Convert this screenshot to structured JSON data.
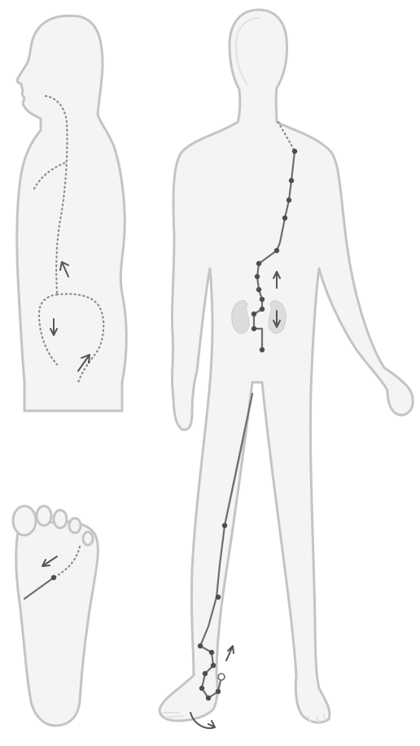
{
  "diagram": {
    "views": [
      {
        "id": "side-torso",
        "label": ""
      },
      {
        "id": "front-body",
        "label": ""
      },
      {
        "id": "foot-sole",
        "label": ""
      }
    ],
    "colors": {
      "body_fill": "#f4f4f4",
      "body_outline": "#c4c4c4",
      "meridian_line": "#6e6e6e",
      "acupoint": "#4d4d4d",
      "organ": "#dcdcdc"
    },
    "icons": [
      "arrow-up-icon",
      "arrow-down-icon",
      "curved-arrow-icon"
    ]
  }
}
